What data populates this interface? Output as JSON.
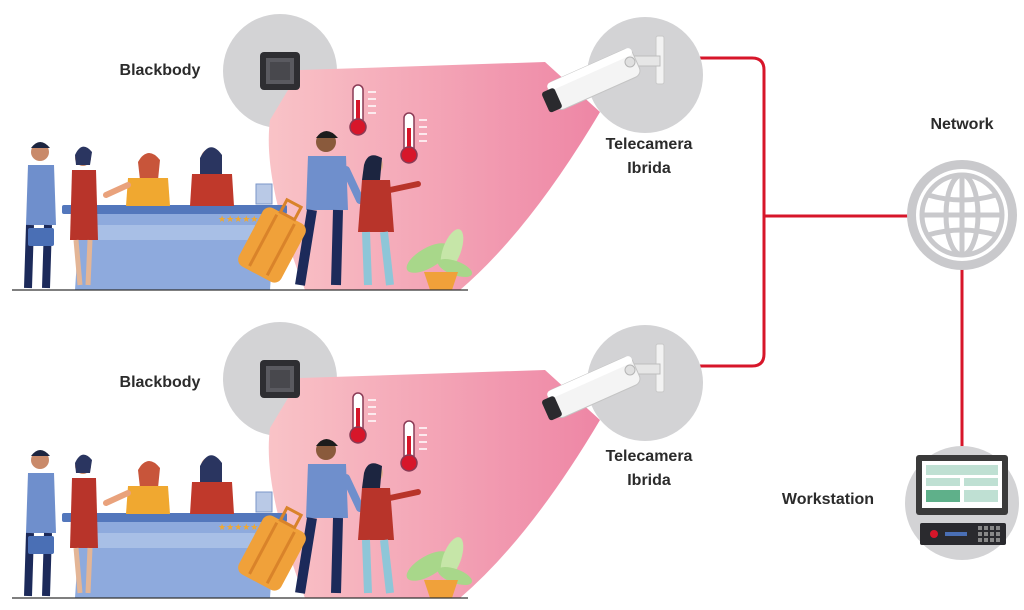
{
  "labels": {
    "blackbody": "Blackbody",
    "camera_line1": "Telecamera",
    "camera_line2": "Ibrida",
    "network": "Network",
    "workstation": "Workstation"
  },
  "colors": {
    "link": "#d7162a",
    "circle": "#d1d1d3",
    "cone_start": "#f8bcc2",
    "cone_end": "#ee86a5",
    "floor": "#333333",
    "desk": "#8eaadd",
    "desk_top": "#5377bc",
    "globe": "#c9c9cc",
    "screen_border": "#3a3a3a",
    "screen_fill": "#bfe0d3",
    "server_body": "#2a2a2e"
  },
  "icons": {
    "blackbody": "blackbody-icon",
    "camera": "security-camera-icon",
    "thermometer": "thermometer-icon",
    "globe": "globe-icon",
    "monitor": "monitor-icon",
    "server": "server-icon"
  }
}
